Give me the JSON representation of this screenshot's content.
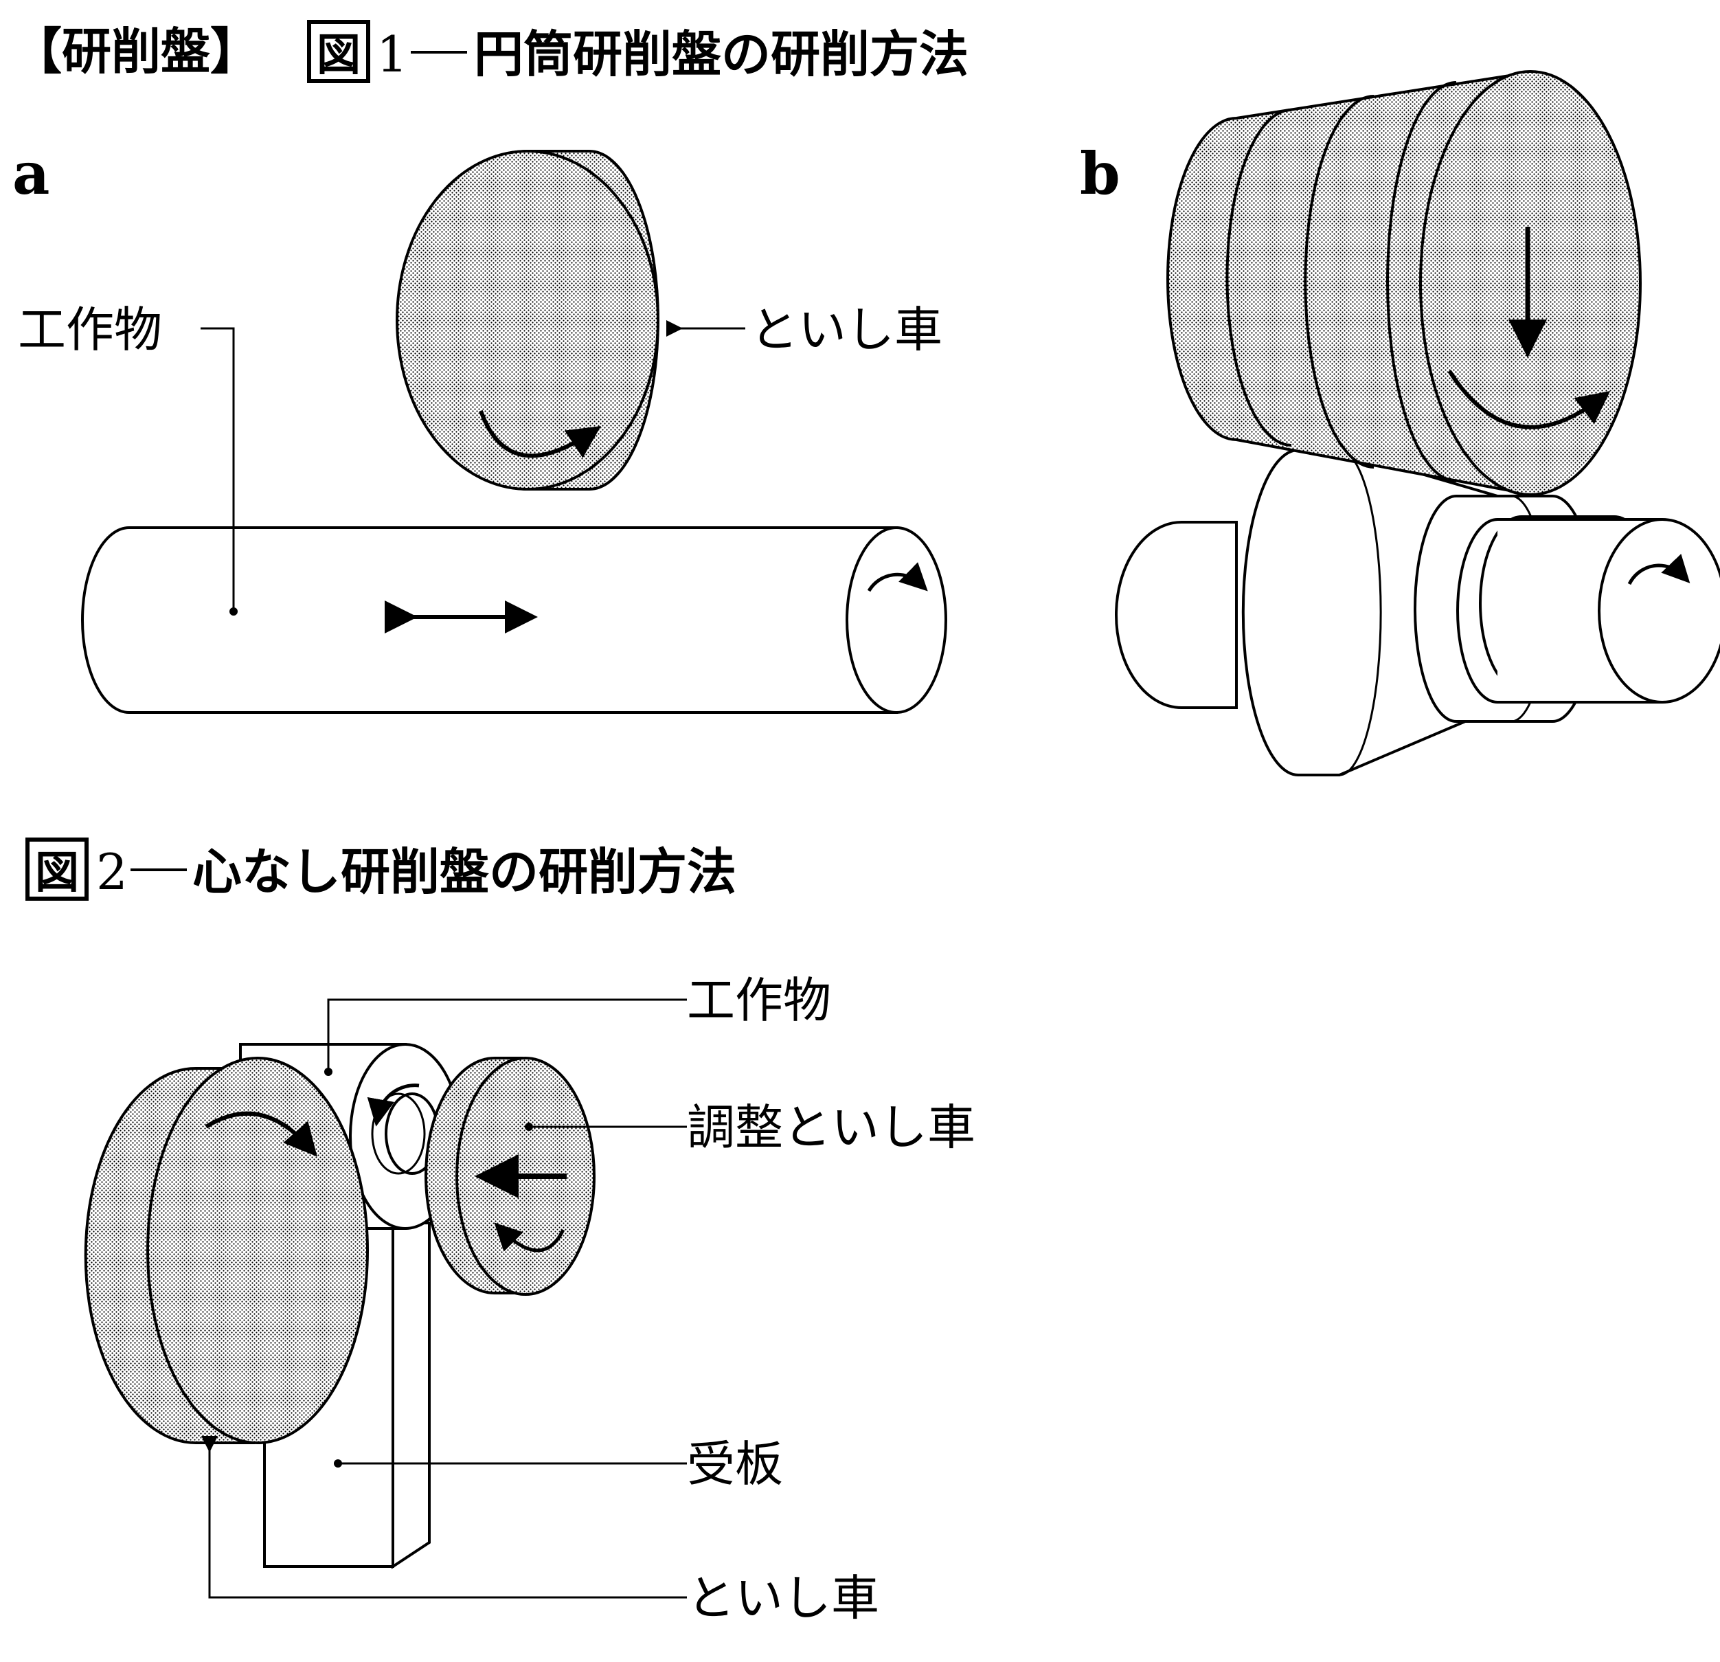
{
  "figure1": {
    "category": "【研削盤】",
    "fig_label": "図",
    "fig_number": "1",
    "title": "円筒研削盤の研削方法",
    "panel_a": "a",
    "panel_b": "b",
    "workpiece_label": "工作物",
    "wheel_label": "といし車"
  },
  "figure2": {
    "fig_label": "図",
    "fig_number": "2",
    "title": "心なし研削盤の研削方法",
    "workpiece_label": "工作物",
    "regulating_wheel_label": "調整といし車",
    "work_rest_label": "受板",
    "grinding_wheel_label": "といし車"
  },
  "colors": {
    "ink": "#000000",
    "paper": "#ffffff",
    "stipple": "#7a7a7a"
  }
}
